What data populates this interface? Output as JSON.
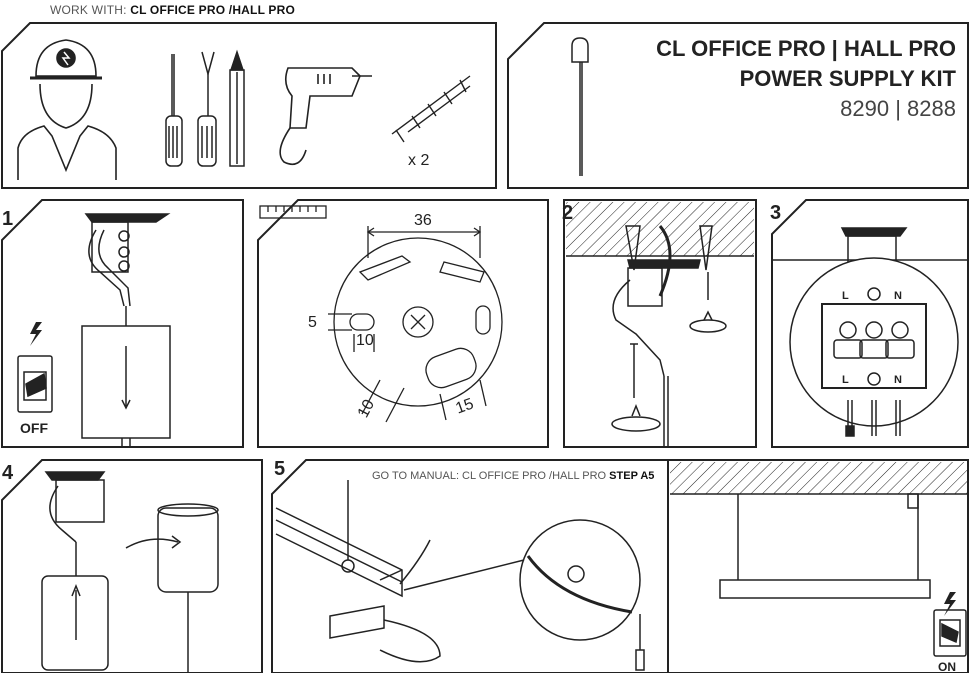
{
  "header": {
    "prefix": "WORK WITH:",
    "products": "CL OFFICE PRO /HALL PRO"
  },
  "product": {
    "title_line1": "CL OFFICE PRO | HALL PRO",
    "title_line2": "POWER SUPPLY KIT",
    "codes": "8290 | 8288"
  },
  "tools": {
    "anchor_qty": "x 2"
  },
  "steps": [
    {
      "number": "1",
      "switch_state": "OFF"
    },
    {
      "number": "2"
    },
    {
      "number": "3",
      "wire_labels_top": [
        "L",
        "N"
      ],
      "wire_labels_bottom": [
        "L",
        "N"
      ]
    },
    {
      "number": "4"
    },
    {
      "number": "5",
      "manual_prefix": "GO TO MANUAL: CL OFFICE PRO /HALL PRO",
      "manual_step": "STEP A5",
      "switch_state": "ON"
    }
  ],
  "template": {
    "dim_width": "36",
    "dim_slot_h": "5",
    "dim_slot_w": "10",
    "dim_hole_a": "10",
    "dim_hole_b": "15"
  }
}
